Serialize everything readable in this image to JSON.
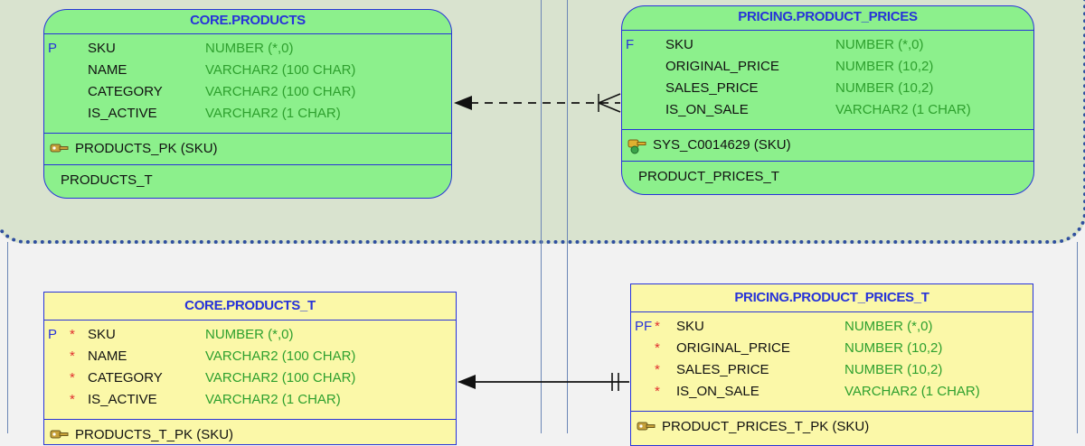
{
  "colors": {
    "view_fill": "#8cf08c",
    "table_fill": "#fbf8a8",
    "border": "#2733d9",
    "type_text": "#2ea02e",
    "required_marker": "#e03030",
    "schema_area": "#d9e3cf"
  },
  "entities": {
    "core_products": {
      "title": "CORE.PRODUCTS",
      "columns": [
        {
          "flag": "P",
          "required": "",
          "name": "SKU",
          "type": "NUMBER (*,0)"
        },
        {
          "flag": "",
          "required": "",
          "name": "NAME",
          "type": "VARCHAR2 (100 CHAR)"
        },
        {
          "flag": "",
          "required": "",
          "name": "CATEGORY",
          "type": "VARCHAR2 (100 CHAR)"
        },
        {
          "flag": "",
          "required": "",
          "name": "IS_ACTIVE",
          "type": "VARCHAR2 (1 CHAR)"
        }
      ],
      "key": "PRODUCTS_PK (SKU)",
      "key_icon": "key-icon",
      "base": "PRODUCTS_T"
    },
    "pricing_product_prices": {
      "title": "PRICING.PRODUCT_PRICES",
      "columns": [
        {
          "flag": "F",
          "required": "",
          "name": "SKU",
          "type": "NUMBER (*,0)"
        },
        {
          "flag": "",
          "required": "",
          "name": "ORIGINAL_PRICE",
          "type": "NUMBER (10,2)"
        },
        {
          "flag": "",
          "required": "",
          "name": "SALES_PRICE",
          "type": "NUMBER (10,2)"
        },
        {
          "flag": "",
          "required": "",
          "name": "IS_ON_SALE",
          "type": "VARCHAR2 (1 CHAR)"
        }
      ],
      "key": "SYS_C0014629 (SKU)",
      "key_icon": "unique-key-icon",
      "base": "PRODUCT_PRICES_T"
    },
    "core_products_t": {
      "title": "CORE.PRODUCTS_T",
      "columns": [
        {
          "flag": "P",
          "required": "*",
          "name": "SKU",
          "type": "NUMBER (*,0)"
        },
        {
          "flag": "",
          "required": "*",
          "name": "NAME",
          "type": "VARCHAR2 (100 CHAR)"
        },
        {
          "flag": "",
          "required": "*",
          "name": "CATEGORY",
          "type": "VARCHAR2 (100 CHAR)"
        },
        {
          "flag": "",
          "required": "*",
          "name": "IS_ACTIVE",
          "type": "VARCHAR2 (1 CHAR)"
        }
      ],
      "key": "PRODUCTS_T_PK (SKU)",
      "key_icon": "key-icon"
    },
    "pricing_product_prices_t": {
      "title": "PRICING.PRODUCT_PRICES_T",
      "columns": [
        {
          "flag": "PF",
          "required": "*",
          "name": "SKU",
          "type": "NUMBER (*,0)"
        },
        {
          "flag": "",
          "required": "*",
          "name": "ORIGINAL_PRICE",
          "type": "NUMBER (10,2)"
        },
        {
          "flag": "",
          "required": "*",
          "name": "SALES_PRICE",
          "type": "NUMBER (10,2)"
        },
        {
          "flag": "",
          "required": "*",
          "name": "IS_ON_SALE",
          "type": "VARCHAR2 (1 CHAR)"
        }
      ],
      "key": "PRODUCT_PRICES_T_PK (SKU)",
      "key_icon": "key-icon"
    }
  },
  "relationships": [
    {
      "from": "pricing_product_prices",
      "to": "core_products",
      "style": "dashed",
      "from_end": "crows-foot",
      "to_end": "arrow"
    },
    {
      "from": "pricing_product_prices_t",
      "to": "core_products_t",
      "style": "solid",
      "from_end": "double-bar",
      "to_end": "arrow"
    }
  ]
}
